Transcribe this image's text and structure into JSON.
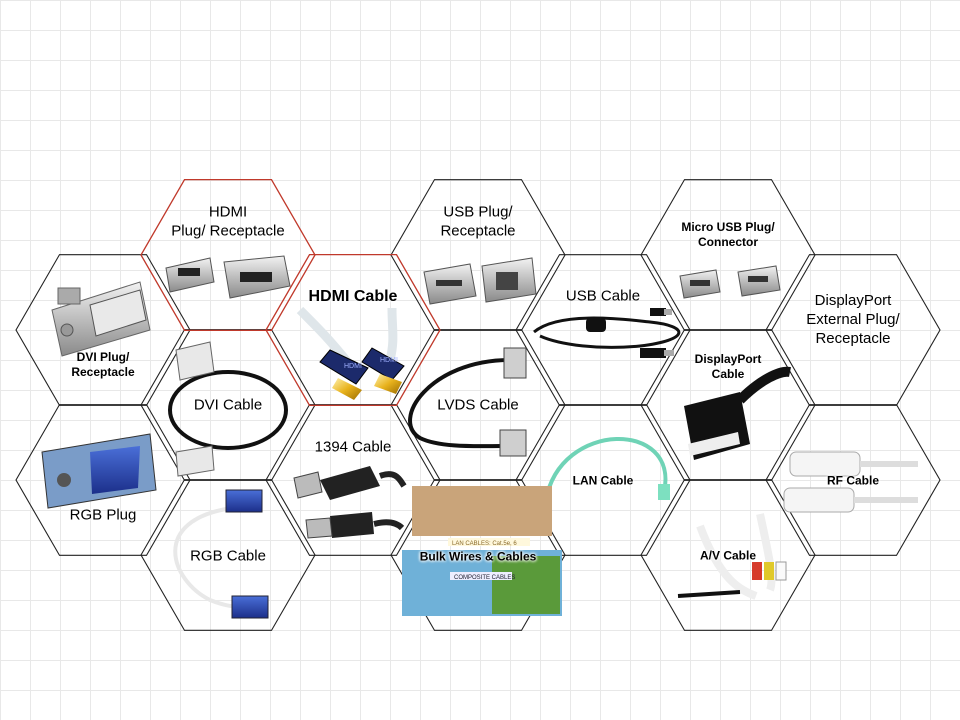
{
  "cells": [
    {
      "id": "dvi-plug",
      "lines": [
        "DVI Plug/",
        "Receptacle"
      ],
      "highlight": false
    },
    {
      "id": "hdmi-plug",
      "lines": [
        "HDMI",
        "Plug/ Receptacle"
      ],
      "highlight": true
    },
    {
      "id": "hdmi-cable",
      "lines": [
        "HDMI Cable"
      ],
      "highlight": true
    },
    {
      "id": "usb-plug",
      "lines": [
        "USB Plug/",
        "Receptacle"
      ],
      "highlight": false
    },
    {
      "id": "usb-cable",
      "lines": [
        "USB Cable"
      ],
      "highlight": false
    },
    {
      "id": "micro-usb",
      "lines": [
        "Micro USB Plug/",
        "Connector"
      ],
      "highlight": false
    },
    {
      "id": "displayport-plug",
      "lines": [
        "DisplayPort",
        "External Plug/",
        "Receptacle"
      ],
      "highlight": false
    },
    {
      "id": "dvi-cable",
      "lines": [
        "DVI Cable"
      ],
      "highlight": false
    },
    {
      "id": "lvds-cable",
      "lines": [
        "LVDS Cable"
      ],
      "highlight": false
    },
    {
      "id": "displayport-cable",
      "lines": [
        "DisplayPort",
        "Cable"
      ],
      "highlight": false
    },
    {
      "id": "rgb-plug",
      "lines": [
        "RGB Plug"
      ],
      "highlight": false
    },
    {
      "id": "1394-cable",
      "lines": [
        "1394 Cable"
      ],
      "highlight": false
    },
    {
      "id": "lan-cable",
      "lines": [
        "LAN Cable"
      ],
      "highlight": false
    },
    {
      "id": "rf-cable",
      "lines": [
        "RF Cable"
      ],
      "highlight": false
    },
    {
      "id": "rgb-cable",
      "lines": [
        "RGB Cable"
      ],
      "highlight": false
    },
    {
      "id": "bulk-wires",
      "lines": [
        "Bulk Wires & Cables"
      ],
      "highlight": false
    },
    {
      "id": "av-cable",
      "lines": [
        "A/V Cable"
      ],
      "highlight": false
    }
  ],
  "photo_text": {
    "hdmi_plug_mark": "HDMI",
    "hdmi_plug_mark2": "HDMI",
    "bulk_lan_cables": "LAN CABLES: Cat.5e, 6",
    "bulk_composite": "COMPOSITE CABLES"
  },
  "colors": {
    "hex_stroke": "#222222",
    "hex_highlight_stroke": "#c0392b",
    "grid_line": "#e8e8e8"
  }
}
